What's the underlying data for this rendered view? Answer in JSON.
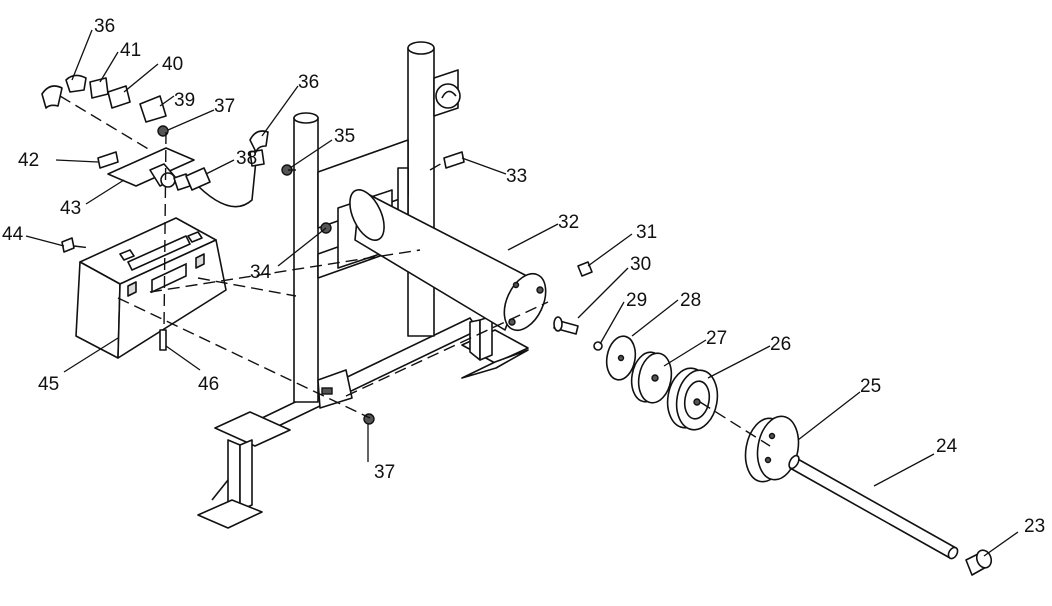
{
  "callouts": [
    {
      "id": "c23",
      "label": "23"
    },
    {
      "id": "c24",
      "label": "24"
    },
    {
      "id": "c25",
      "label": "25"
    },
    {
      "id": "c26",
      "label": "26"
    },
    {
      "id": "c27",
      "label": "27"
    },
    {
      "id": "c28",
      "label": "28"
    },
    {
      "id": "c29",
      "label": "29"
    },
    {
      "id": "c30",
      "label": "30"
    },
    {
      "id": "c31",
      "label": "31"
    },
    {
      "id": "c32",
      "label": "32"
    },
    {
      "id": "c33",
      "label": "33"
    },
    {
      "id": "c34",
      "label": "34"
    },
    {
      "id": "c35",
      "label": "35"
    },
    {
      "id": "c36a",
      "label": "36"
    },
    {
      "id": "c36b",
      "label": "36"
    },
    {
      "id": "c37a",
      "label": "37"
    },
    {
      "id": "c37b",
      "label": "37"
    },
    {
      "id": "c38",
      "label": "38"
    },
    {
      "id": "c39",
      "label": "39"
    },
    {
      "id": "c40",
      "label": "40"
    },
    {
      "id": "c41",
      "label": "41"
    },
    {
      "id": "c42",
      "label": "42"
    },
    {
      "id": "c43",
      "label": "43"
    },
    {
      "id": "c44",
      "label": "44"
    },
    {
      "id": "c45",
      "label": "45"
    },
    {
      "id": "c46",
      "label": "46"
    }
  ]
}
